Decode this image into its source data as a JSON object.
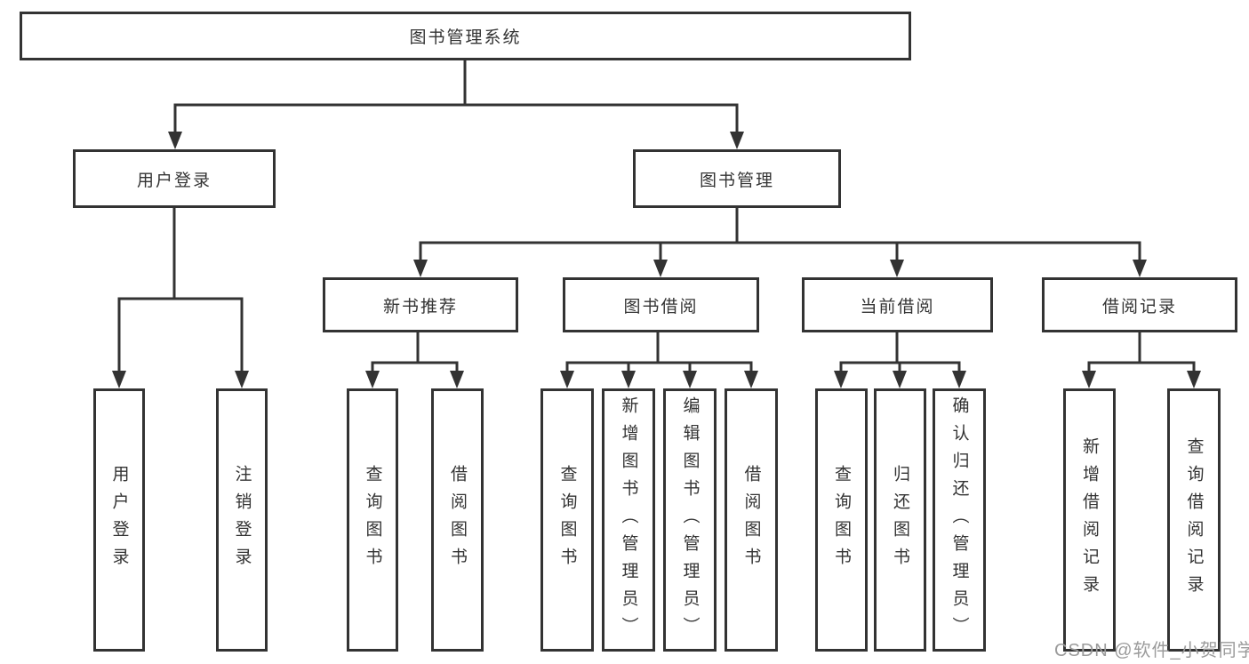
{
  "diagram": {
    "root": {
      "label": "图书管理系统"
    },
    "level2": {
      "user_login": {
        "label": "用户登录"
      },
      "book_mgmt": {
        "label": "图书管理"
      }
    },
    "level3": {
      "new_book": {
        "label": "新书推荐"
      },
      "book_borrow": {
        "label": "图书借阅"
      },
      "current_borrow": {
        "label": "当前借阅"
      },
      "borrow_records": {
        "label": "借阅记录"
      }
    },
    "leaves": {
      "user_login": [
        {
          "label": "用户登录"
        },
        {
          "label": "注销登录"
        }
      ],
      "new_book": [
        {
          "label": "查询图书"
        },
        {
          "label": "借阅图书"
        }
      ],
      "book_borrow": [
        {
          "label": "查询图书"
        },
        {
          "label": "新增图书（管理员）"
        },
        {
          "label": "编辑图书（管理员）"
        },
        {
          "label": "借阅图书"
        }
      ],
      "current_borrow": [
        {
          "label": "查询图书"
        },
        {
          "label": "归还图书"
        },
        {
          "label": "确认归还（管理员）"
        }
      ],
      "borrow_records": [
        {
          "label": "新增借阅记录"
        },
        {
          "label": "查询借阅记录"
        }
      ]
    },
    "watermark": "CSDN @软件_小贺同学",
    "colors": {
      "line": "#333333",
      "text": "#333333",
      "background": "#ffffff",
      "watermark": "#9b9b9b"
    }
  }
}
